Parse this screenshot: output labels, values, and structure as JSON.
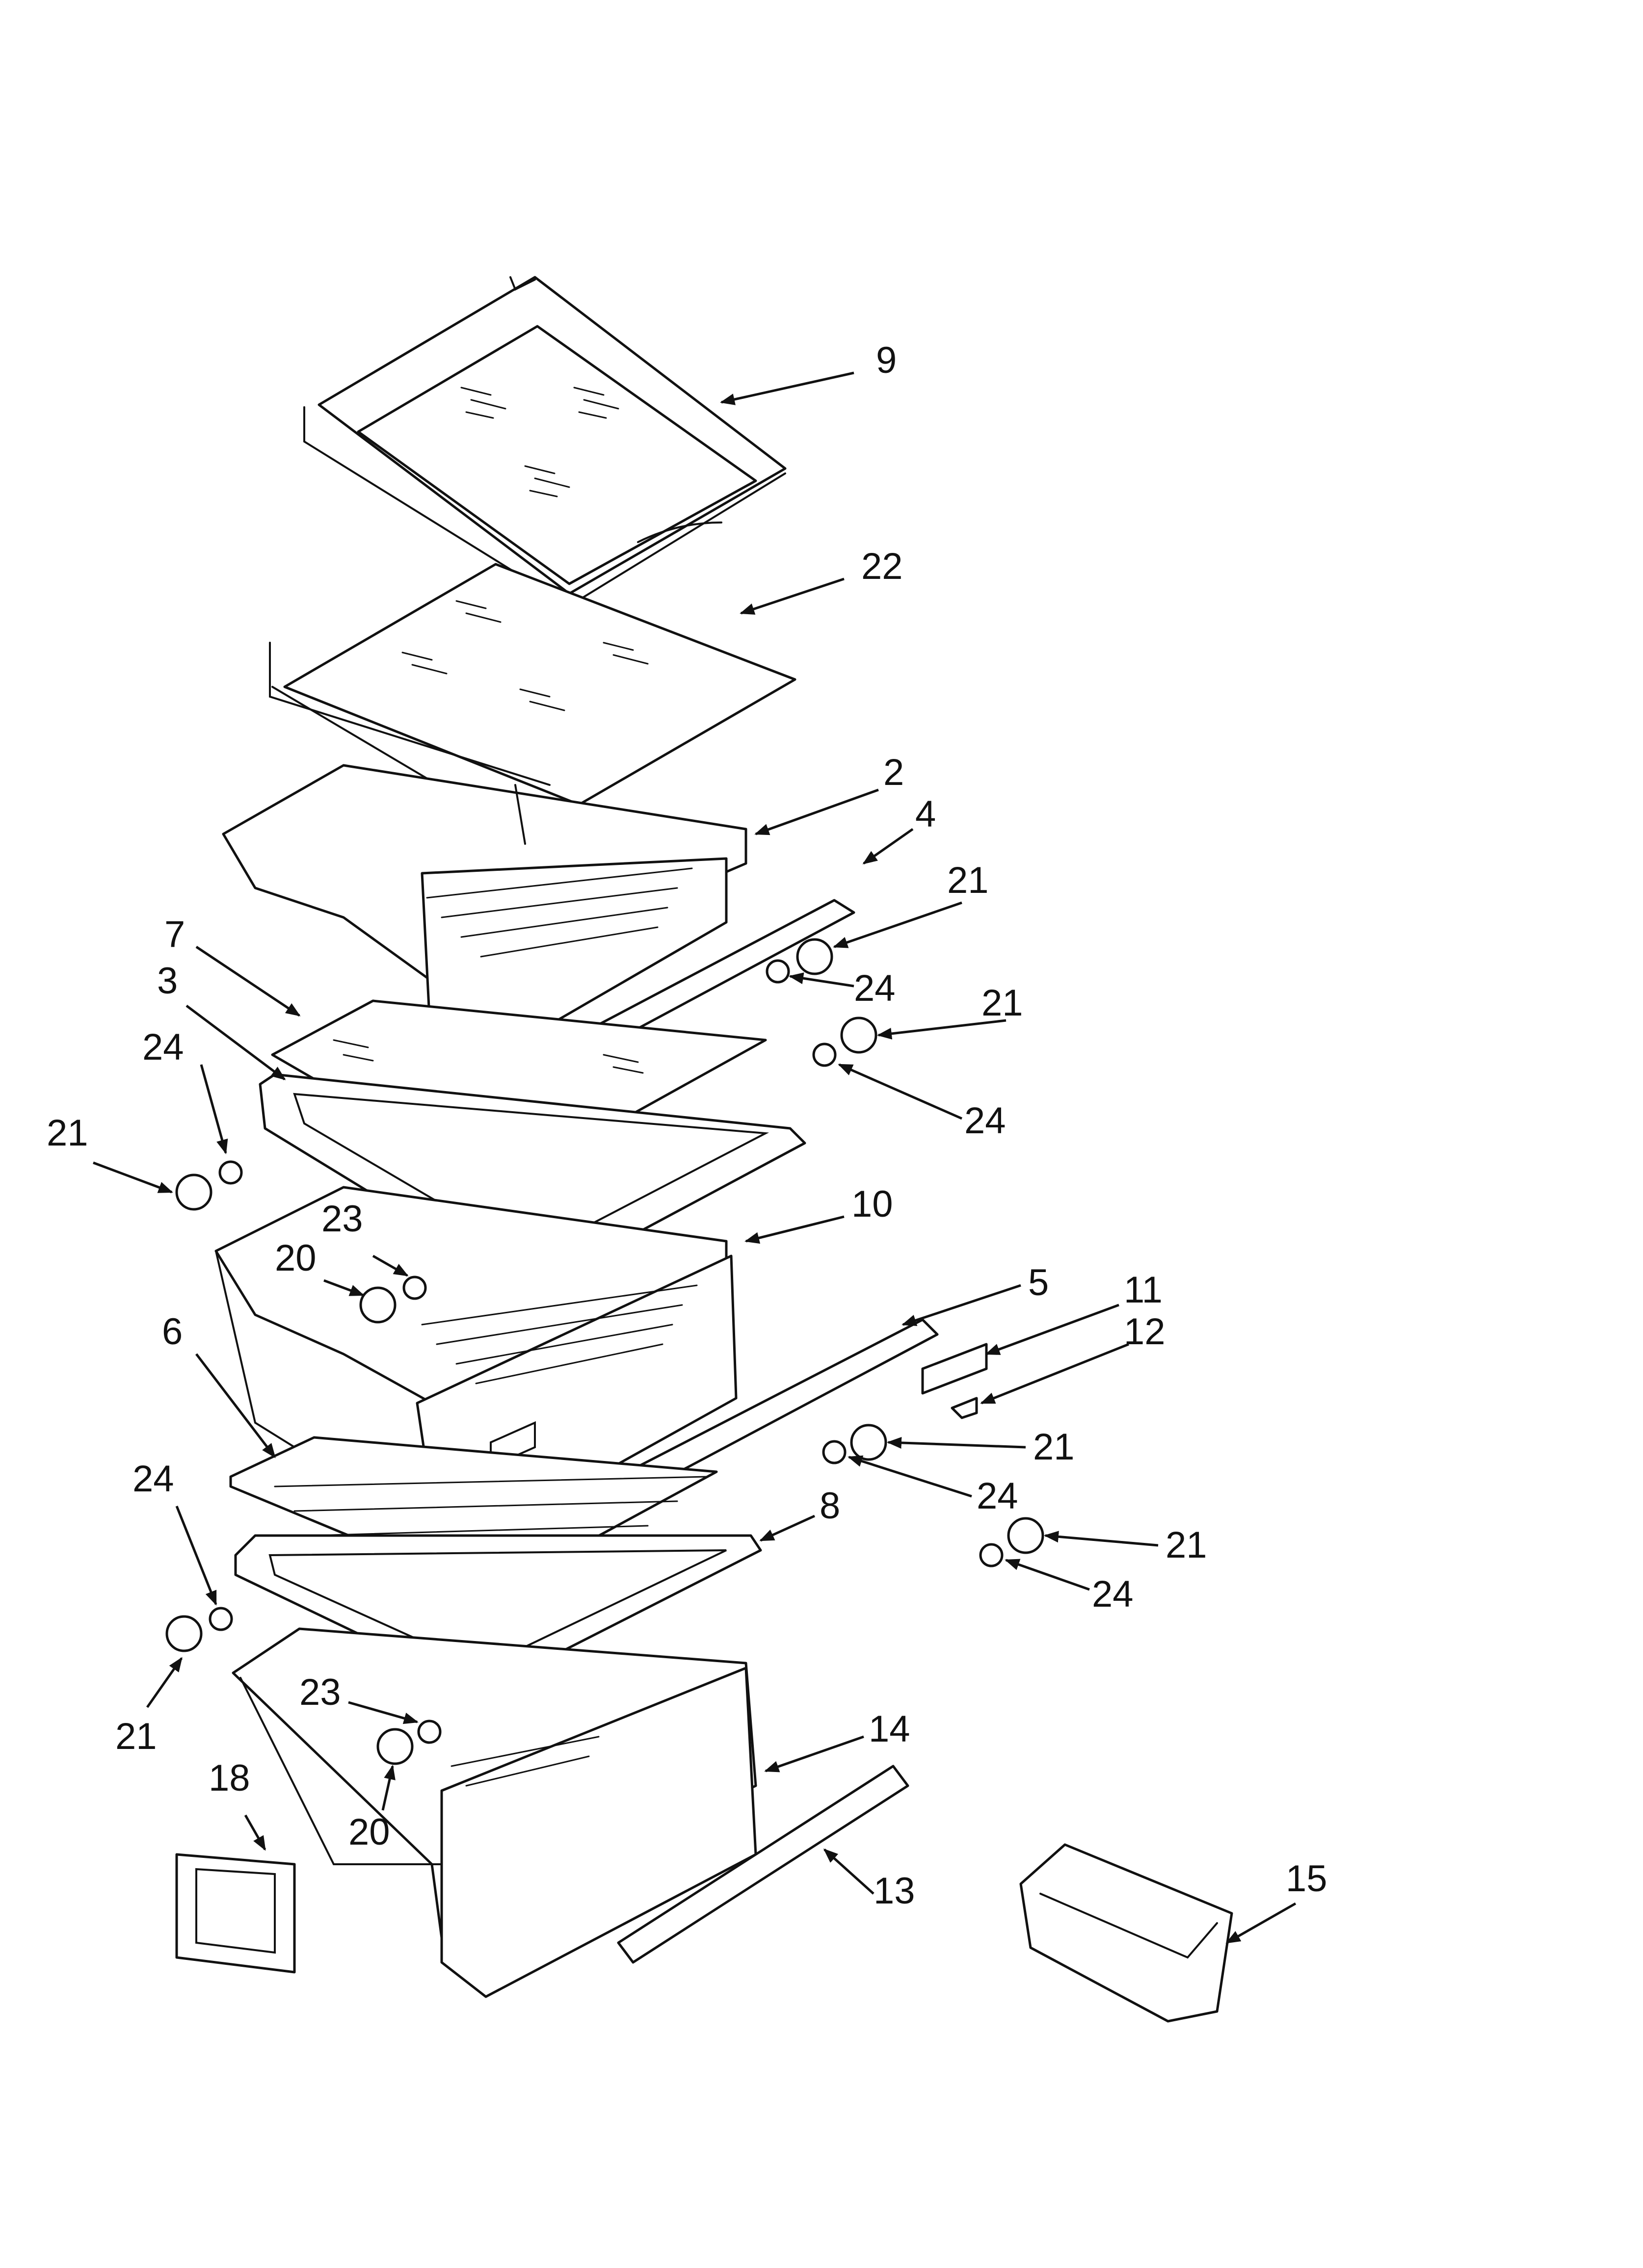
{
  "diagram": {
    "callouts": [
      {
        "id": "c9",
        "label": "9"
      },
      {
        "id": "c22",
        "label": "22"
      },
      {
        "id": "c2",
        "label": "2"
      },
      {
        "id": "c4",
        "label": "4"
      },
      {
        "id": "c21a",
        "label": "21"
      },
      {
        "id": "c7",
        "label": "7"
      },
      {
        "id": "c3",
        "label": "3"
      },
      {
        "id": "c24a",
        "label": "24"
      },
      {
        "id": "c24b",
        "label": "24"
      },
      {
        "id": "c21b",
        "label": "21"
      },
      {
        "id": "c21c",
        "label": "21"
      },
      {
        "id": "c24c",
        "label": "24"
      },
      {
        "id": "c10",
        "label": "10"
      },
      {
        "id": "c23a",
        "label": "23"
      },
      {
        "id": "c20a",
        "label": "20"
      },
      {
        "id": "c5",
        "label": "5"
      },
      {
        "id": "c11",
        "label": "11"
      },
      {
        "id": "c6",
        "label": "6"
      },
      {
        "id": "c12",
        "label": "12"
      },
      {
        "id": "c21d",
        "label": "21"
      },
      {
        "id": "c24d",
        "label": "24"
      },
      {
        "id": "c8",
        "label": "8"
      },
      {
        "id": "c24e",
        "label": "24"
      },
      {
        "id": "c21e",
        "label": "21"
      },
      {
        "id": "c24f",
        "label": "24"
      },
      {
        "id": "c21f",
        "label": "21"
      },
      {
        "id": "c23b",
        "label": "23"
      },
      {
        "id": "c14",
        "label": "14"
      },
      {
        "id": "c18",
        "label": "18"
      },
      {
        "id": "c20b",
        "label": "20"
      },
      {
        "id": "c13",
        "label": "13"
      },
      {
        "id": "c15",
        "label": "15"
      }
    ]
  }
}
